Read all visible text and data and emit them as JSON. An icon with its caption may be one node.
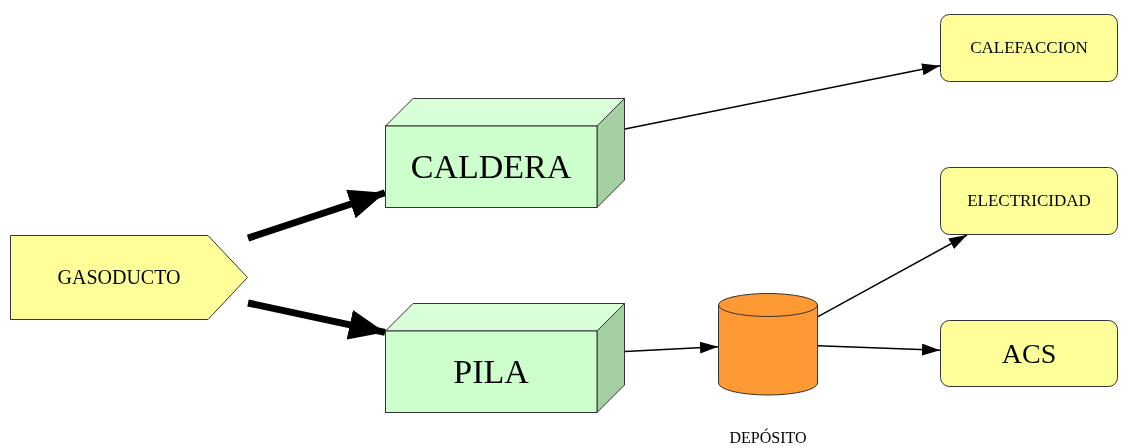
{
  "diagram": {
    "nodes": [
      {
        "text": [
          "GASODUCTO"
        ]
      },
      {
        "text": [
          "CALDERA"
        ]
      },
      {
        "text": [
          "PILA"
        ]
      },
      {
        "text": [],
        "shape": "cylinder",
        "beside": [
          "DEPÓSITO"
        ]
      },
      {
        "text": [
          "CALEFACCION"
        ]
      },
      {
        "text": [
          "ELECTRICIDAD"
        ]
      },
      {
        "text": [
          "ACS"
        ]
      }
    ],
    "edges": [
      {
        "from": 0,
        "to": 1,
        "arrow": "to",
        "style": "thick"
      },
      {
        "from": 0,
        "to": 2,
        "arrow": "to",
        "style": "thick"
      },
      {
        "from": 1,
        "to": 4,
        "arrow": "to"
      },
      {
        "from": 2,
        "to": 3,
        "arrow": "to"
      },
      {
        "from": 3,
        "to": 5,
        "arrow": "to"
      },
      {
        "from": 3,
        "to": 6,
        "arrow": "to"
      }
    ]
  }
}
